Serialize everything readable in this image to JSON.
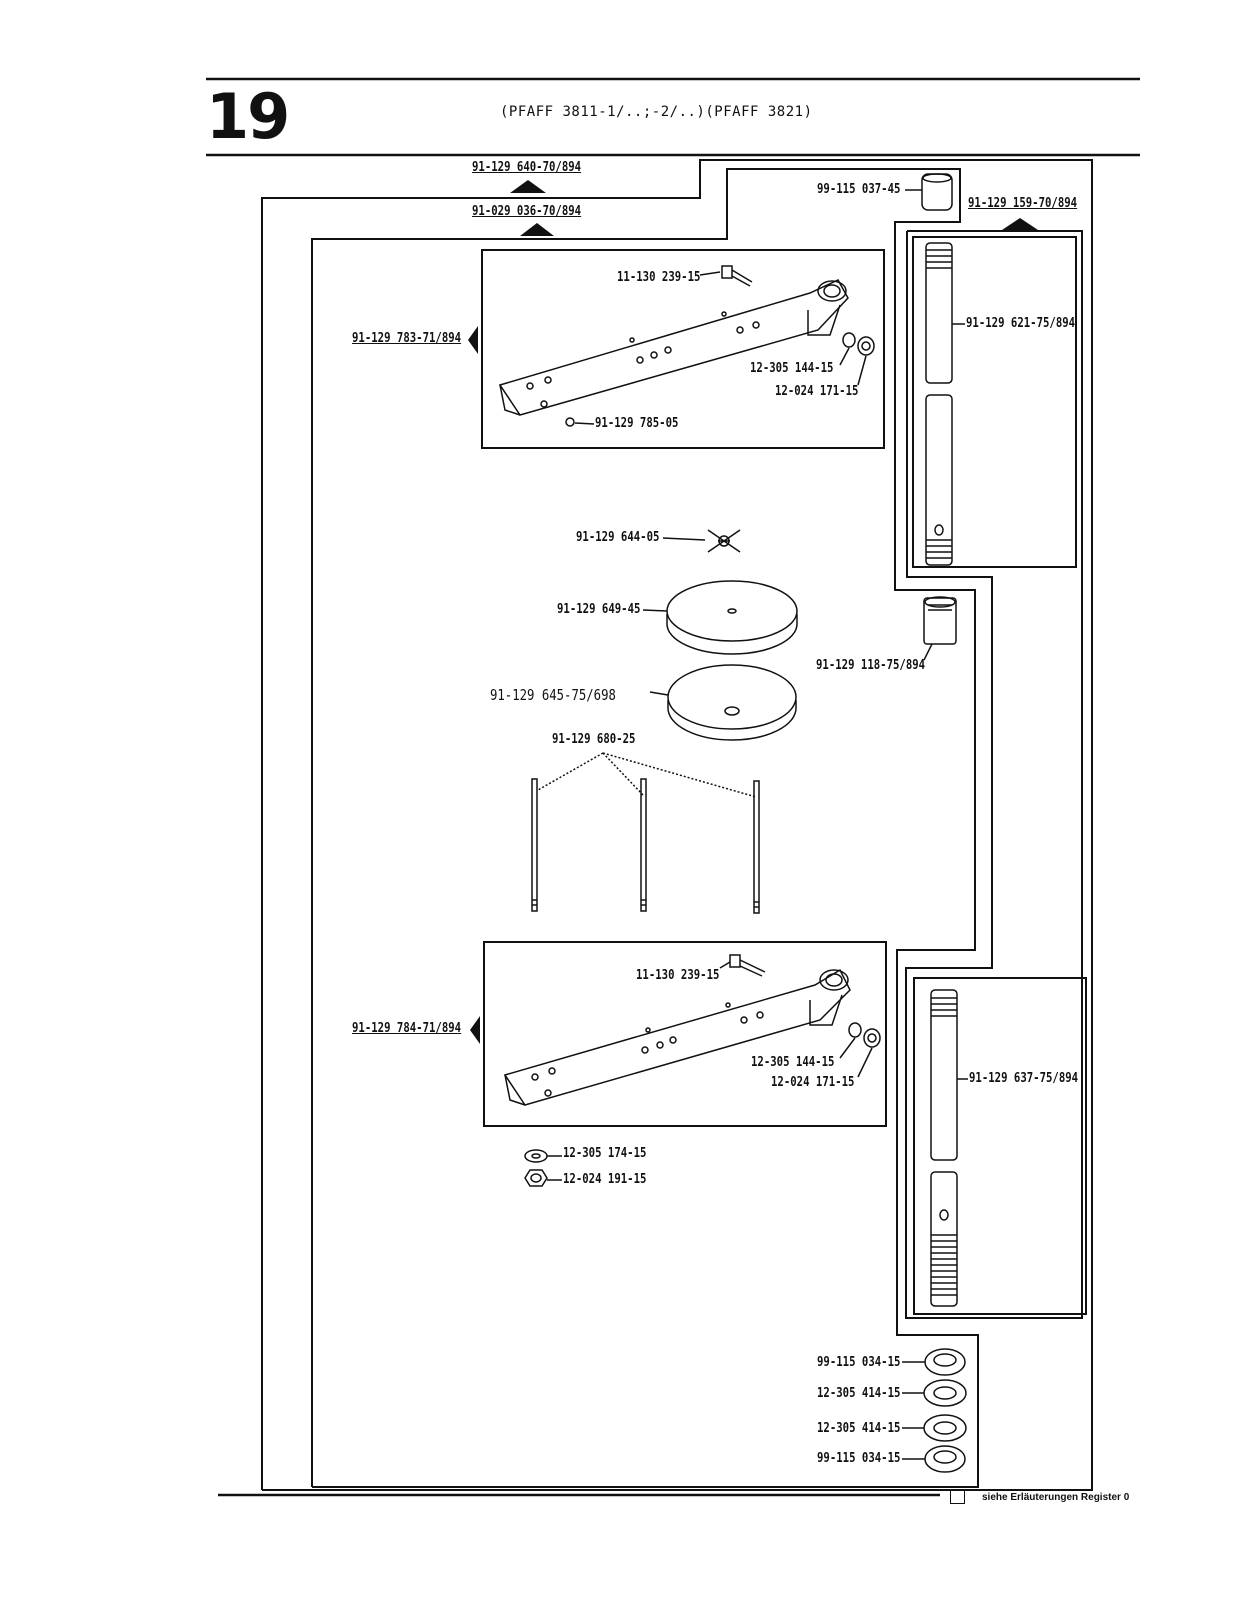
{
  "header": {
    "page_number": "19",
    "title": "(PFAFF 3811-1/..;-2/..)(PFAFF 3821)"
  },
  "assemblies": {
    "outer": "91-129 640-70/894",
    "inner": "91-029 036-70/894",
    "upper_arm": "91-129 783-71/894",
    "lower_arm": "91-129 784-71/894",
    "column": "91-129 159-70/894"
  },
  "parts": {
    "cap": "99-115 037-45",
    "upper_screw": "11-130 239-15",
    "upper_washer": "12-305 144-15",
    "upper_nut": "12-024 171-15",
    "upper_pin": "91-129 785-05",
    "spider": "91-129 644-05",
    "disc_top": "91-129 649-45",
    "disc_bottom": "91-129 645-75/698",
    "rods": "91-129 680-25",
    "upper_tube": "91-129 621-75/894",
    "coupling": "91-129 118-75/894",
    "lower_screw": "11-130 239-15",
    "lower_washer": "12-305 144-15",
    "lower_nut": "12-024 171-15",
    "loose_washer": "12-305 174-15",
    "loose_nut": "12-024 191-15",
    "lower_tube": "91-129 637-75/894",
    "stack_nut_top": "99-115 034-15",
    "stack_washer_1": "12-305 414-15",
    "stack_washer_2": "12-305 414-15",
    "stack_nut_bottom": "99-115 034-15"
  },
  "footer": {
    "note": "siehe Erläuterungen Register 0"
  }
}
